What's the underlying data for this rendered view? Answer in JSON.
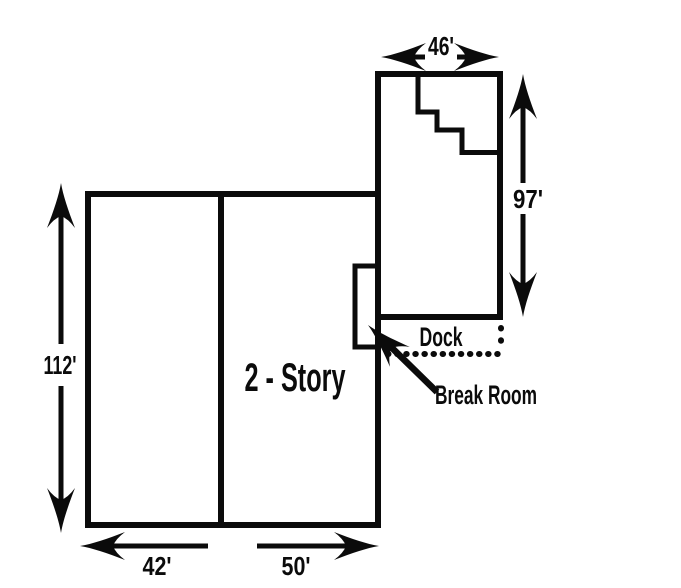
{
  "canvas": {
    "background": "#ffffff",
    "ink": "#0b0b0b"
  },
  "floorplan": {
    "building_label": "2 - Story",
    "dock_label": "Dock",
    "break_room_label": "Break Room",
    "dimensions": {
      "top_width": "46'",
      "right_height": "97'",
      "left_height": "112'",
      "bottom_left_width": "42'",
      "bottom_right_width": "50'"
    }
  }
}
